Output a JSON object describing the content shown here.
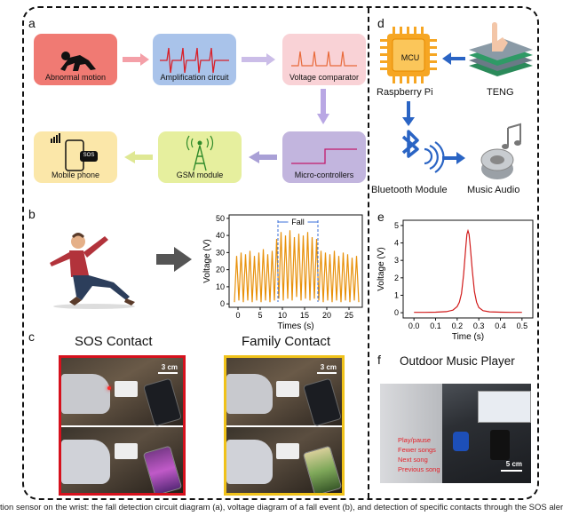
{
  "panels": {
    "a": "a",
    "b": "b",
    "c": "c",
    "d": "d",
    "e": "e",
    "f": "f"
  },
  "flow": {
    "abnormal_motion": "Abnormal motion",
    "amplification_circuit": "Amplification circuit",
    "voltage_comparator": "Voltage comparator",
    "micro_controllers": "Micro-controllers",
    "gsm_module": "GSM module",
    "mobile_phone": "Mobile phone",
    "sos_bubble": "SOS"
  },
  "right_flow": {
    "mcu": "MCU",
    "raspberry_pi": "Raspberry Pi",
    "teng": "TENG",
    "bluetooth": "Bluetooth Module",
    "music": "Music Audio"
  },
  "panel_c": {
    "sos_title": "SOS  Contact",
    "family_title": "Family Contact",
    "scale": "3 cm",
    "scale2": "3 cm"
  },
  "panel_f": {
    "title": "Outdoor Music Player",
    "menu": [
      "Play/pause",
      "Fewer songs",
      "Next song",
      "Previous song"
    ],
    "scale": "5 cm"
  },
  "bottom_caption": "tion sensor on the wrist: the fall detection circuit diagram (a), voltage diagram of a fall event (b), and detection of specific contacts through the SOS alert and family",
  "colors": {
    "abnormal": "#f07a73",
    "amp": "#a9c3ea",
    "comp": "#f9d2d6",
    "micro": "#c2b5de",
    "gsm": "#e6ef9e",
    "phone": "#fbe7a9",
    "wave": "#e8910b",
    "peak": "#d11b1b"
  },
  "chart_data": [
    {
      "type": "line",
      "xlabel": "Times (s)",
      "ylabel": "Voltage (V)",
      "xlim": [
        -2,
        28
      ],
      "ylim": [
        -2,
        52
      ],
      "xticks": [
        0,
        5,
        10,
        15,
        20,
        25
      ],
      "yticks": [
        0,
        10,
        20,
        30,
        40,
        50
      ],
      "annotation": "Fall",
      "annotation_range": [
        9,
        18
      ],
      "series": [
        {
          "x": [
            -0.8,
            -0.3,
            0.2,
            0.7,
            1.2,
            1.7,
            2.2,
            2.7,
            3.2,
            3.7,
            4.2,
            4.7,
            5.2,
            5.7,
            6.2,
            6.7,
            7.2,
            7.7,
            8.2,
            8.7,
            9.2,
            9.7,
            10.2,
            10.7,
            11.2,
            11.7,
            12.2,
            12.7,
            13.2,
            13.7,
            14.2,
            14.7,
            15.2,
            15.7,
            16.2,
            16.7,
            17.2,
            17.7,
            18.2,
            18.7,
            19.2,
            19.7,
            20.2,
            20.7,
            21.2,
            21.7,
            22.2,
            22.7,
            23.2,
            23.7,
            24.2,
            24.7,
            25.2,
            25.7,
            26.2,
            26.7,
            27.2
          ],
          "y": [
            1,
            28,
            2,
            30,
            1,
            29,
            2,
            31,
            1,
            28,
            2,
            30,
            1,
            32,
            2,
            29,
            1,
            31,
            2,
            38,
            3,
            42,
            2,
            40,
            3,
            43,
            2,
            39,
            4,
            41,
            2,
            40,
            3,
            42,
            2,
            39,
            3,
            38,
            2,
            31,
            1,
            30,
            2,
            29,
            1,
            31,
            2,
            28,
            1,
            30,
            2,
            29,
            1,
            27,
            2,
            28,
            1
          ]
        }
      ]
    },
    {
      "type": "line",
      "xlabel": "Time (s)",
      "ylabel": "Voltage (V)",
      "xlim": [
        -0.05,
        0.55
      ],
      "ylim": [
        -0.3,
        5.3
      ],
      "xticks": [
        0.0,
        0.1,
        0.2,
        0.3,
        0.4,
        0.5
      ],
      "yticks": [
        0,
        1,
        2,
        3,
        4,
        5
      ],
      "series": [
        {
          "x": [
            0.0,
            0.05,
            0.1,
            0.15,
            0.18,
            0.2,
            0.21,
            0.22,
            0.23,
            0.24,
            0.245,
            0.25,
            0.255,
            0.26,
            0.27,
            0.28,
            0.29,
            0.3,
            0.32,
            0.35,
            0.4,
            0.45,
            0.5
          ],
          "y": [
            0.02,
            0.02,
            0.03,
            0.06,
            0.15,
            0.35,
            0.6,
            1.1,
            2.2,
            3.8,
            4.5,
            4.7,
            4.5,
            3.9,
            2.4,
            1.2,
            0.6,
            0.3,
            0.12,
            0.05,
            0.03,
            0.02,
            0.02
          ]
        }
      ]
    }
  ]
}
